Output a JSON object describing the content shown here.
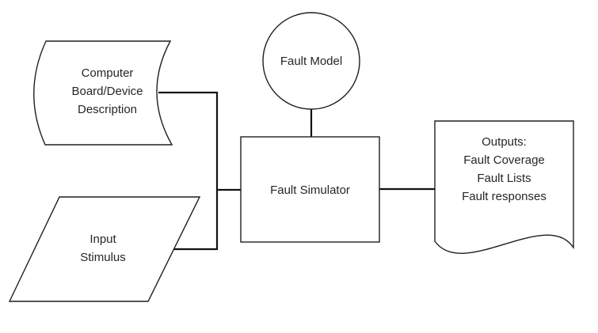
{
  "colors": {
    "stroke": "#1f1f1f",
    "connector": "#111111",
    "text": "#262626",
    "background": "#ffffff"
  },
  "nodes": {
    "board_description": {
      "shape": "stored-data",
      "lines": [
        "Computer",
        "Board/Device",
        "Description"
      ]
    },
    "input_stimulus": {
      "shape": "parallelogram",
      "lines": [
        "Input",
        "Stimulus"
      ]
    },
    "fault_model": {
      "shape": "circle",
      "label": "Fault Model"
    },
    "fault_simulator": {
      "shape": "rectangle",
      "label": "Fault Simulator"
    },
    "outputs": {
      "shape": "document",
      "lines": [
        "Outputs:",
        "Fault Coverage",
        "Fault Lists",
        "Fault responses"
      ]
    }
  }
}
